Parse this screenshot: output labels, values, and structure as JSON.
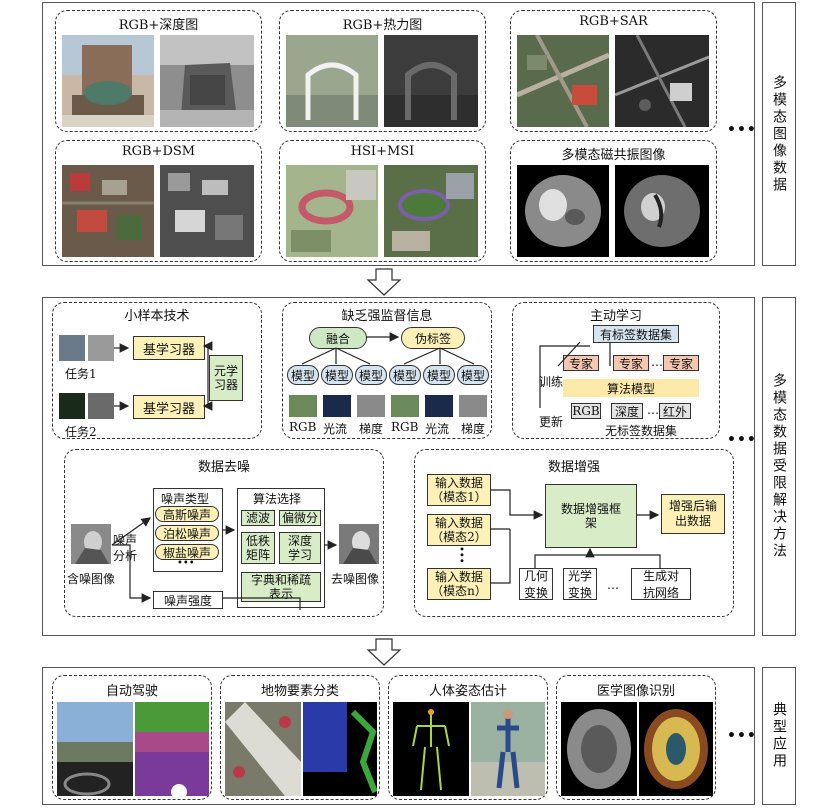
{
  "sections": {
    "top": {
      "label": "多模态图像数据",
      "more": "•••"
    },
    "middle": {
      "label": "多模态数据受限解决方法",
      "more": "•••"
    },
    "bottom": {
      "label": "典型应用",
      "more": "•••"
    }
  },
  "modalities": [
    {
      "title": "RGB+深度图"
    },
    {
      "title": "RGB+热力图"
    },
    {
      "title": "RGB+SAR"
    },
    {
      "title": "RGB+DSM"
    },
    {
      "title": "HSI+MSI"
    },
    {
      "title": "多模态磁共振图像"
    }
  ],
  "few_shot": {
    "title": "小样本技术",
    "base_learner": "基学习器",
    "meta_learner": "元学习器",
    "task1": "任务1",
    "task2": "任务2"
  },
  "weak_supervision": {
    "title": "缺乏强监督信息",
    "fusion": "融合",
    "pseudo_label": "伪标签",
    "model": "模型",
    "inputs": [
      "RGB",
      "光流",
      "梯度",
      "RGB",
      "光流",
      "梯度"
    ]
  },
  "active_learning": {
    "title": "主动学习",
    "labeled_set": "有标签数据集",
    "expert": "专家",
    "algorithm_model": "算法模型",
    "train": "训练",
    "update": "更新",
    "modalities": [
      "RGB",
      "深度",
      "红外"
    ],
    "unlabeled_set": "无标签数据集",
    "ellipsis": "…"
  },
  "denoise": {
    "title": "数据去噪",
    "noisy_image": "含噪图像",
    "noise_analysis": "噪声分析",
    "noise_type": "噪声类型",
    "noise_types": [
      "高斯噪声",
      "泊松噪声",
      "椒盐噪声"
    ],
    "noise_more": "•••",
    "noise_strength": "噪声强度",
    "algo_select": "算法选择",
    "algos": [
      "滤波",
      "偏微分",
      "低秩矩阵",
      "深度学习",
      "字典和稀疏表示"
    ],
    "denoised_image": "去噪图像"
  },
  "augmentation": {
    "title": "数据增强",
    "inputs": [
      "输入数据（模态1）",
      "输入数据（模态2）",
      "输入数据（模态n）"
    ],
    "framework": "数据增强框架",
    "output": "增强后输出数据",
    "methods": [
      "几何变换",
      "光学变换",
      "生成对抗网络"
    ],
    "ellipsis": "…"
  },
  "applications": [
    {
      "title": "自动驾驶"
    },
    {
      "title": "地物要素分类"
    },
    {
      "title": "人体姿态估计"
    },
    {
      "title": "医学图像识别"
    }
  ]
}
